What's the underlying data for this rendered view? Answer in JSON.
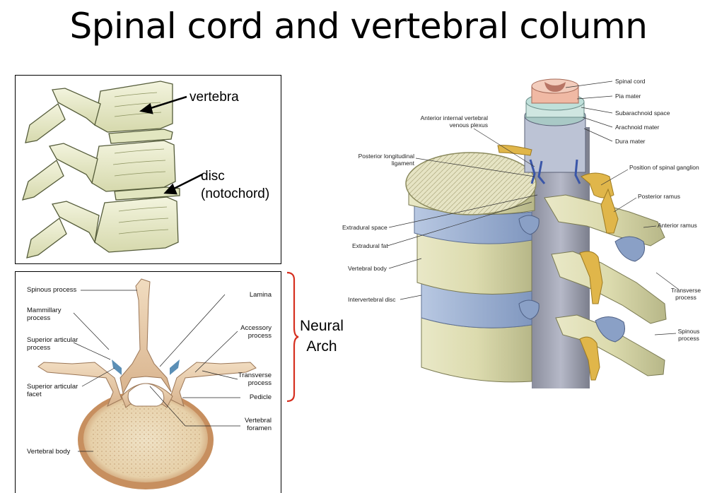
{
  "title": "Spinal cord and vertebral column",
  "top_panel": {
    "vertebra": "vertebra",
    "disc": "disc",
    "notochord": "(notochord)"
  },
  "bottom_panel": {
    "spinous_process": "Spinous process",
    "mammillary_1": "Mammillary",
    "mammillary_2": "process",
    "sup_art_process_1": "Superior articular",
    "sup_art_process_2": "process",
    "sup_art_facet_1": "Superior articular",
    "sup_art_facet_2": "facet",
    "vertebral_body": "Vertebral body",
    "lamina": "Lamina",
    "accessory_1": "Accessory",
    "accessory_2": "process",
    "transverse_1": "Transverse",
    "transverse_2": "process",
    "pedicle": "Pedicle",
    "foramen_1": "Vertebral",
    "foramen_2": "foramen"
  },
  "neural_arch": {
    "line1": "Neural",
    "line2": "Arch"
  },
  "right_panel": {
    "spinal_cord": "Spinal cord",
    "pia_mater": "Pia mater",
    "subarachnoid": "Subarachnoid space",
    "arachnoid": "Arachnoid mater",
    "dura": "Dura mater",
    "ant_venous_1": "Anterior internal vertebral",
    "ant_venous_2": "venous plexus",
    "post_long_1": "Posterior longitudinal",
    "post_long_2": "ligament",
    "spinal_ganglion": "Position of spinal ganglion",
    "posterior_ramus": "Posterior ramus",
    "anterior_ramus": "Anterior ramus",
    "extradural_space": "Extradural space",
    "extradural_fat": "Extradural fat",
    "vertebral_body": "Vertebral body",
    "intervertebral_disc": "Intervertebral disc",
    "transverse_1": "Transverse",
    "transverse_2": "process",
    "spinous_1": "Spinous",
    "spinous_2": "process"
  },
  "colors": {
    "bracket": "#d62f1f",
    "bone_light": "#eceecb",
    "bone_shadow": "#b9bf8c",
    "body_fill": "#efe3c8",
    "nerve": "#e0b64a",
    "disc_blue": "#9fb5d6"
  }
}
